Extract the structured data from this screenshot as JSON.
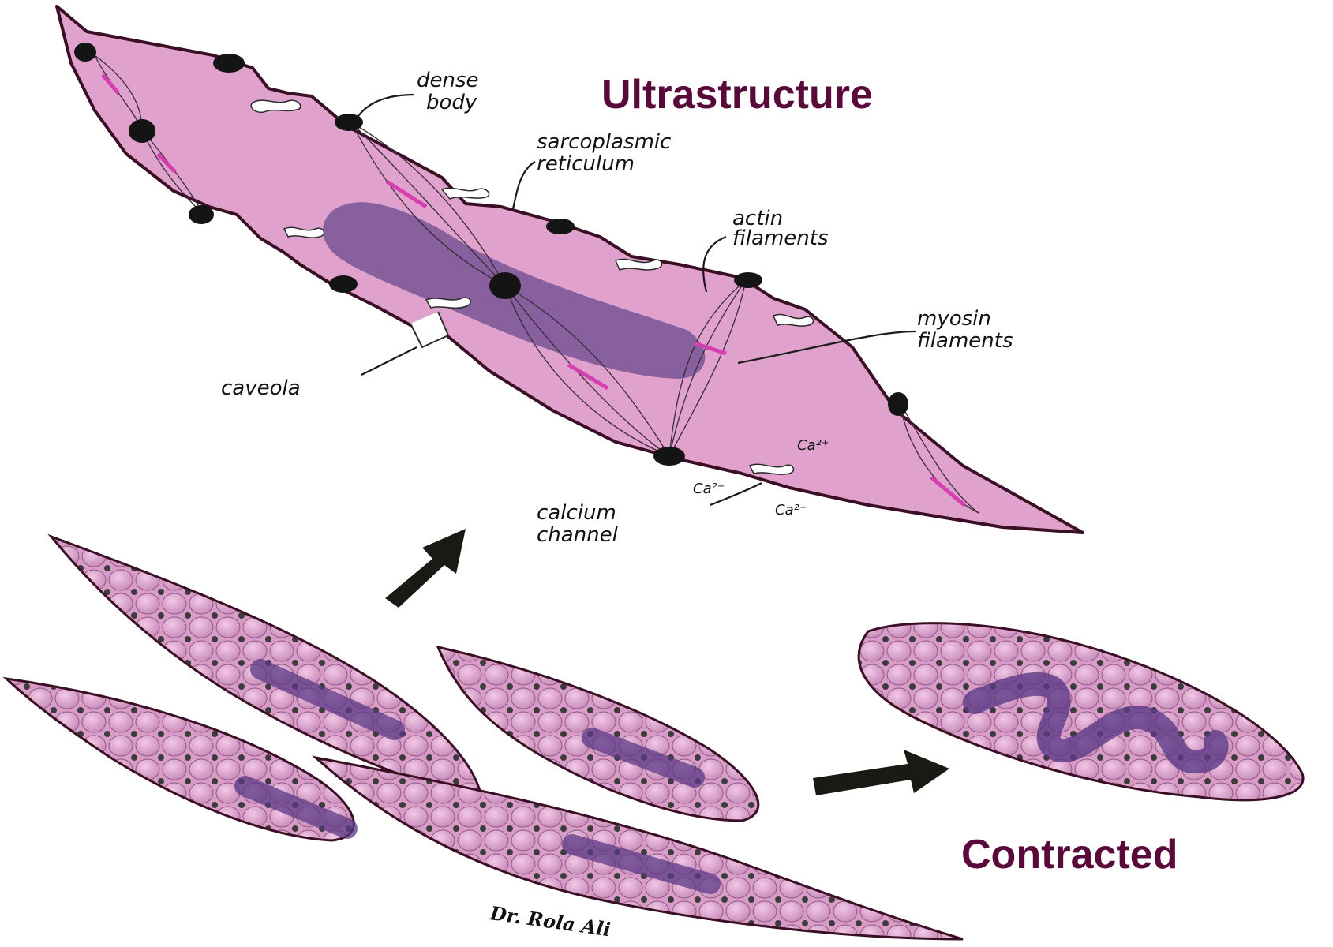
{
  "title": "Ultrastructure",
  "contracted_label": "Contracted",
  "labels": {
    "dense_body": [
      "dense",
      "body"
    ],
    "sarcoplasmic_reticulum": [
      "sarcoplasmic",
      "reticulum"
    ],
    "actin_filaments": [
      "actin",
      "filaments"
    ],
    "myosin_filaments": [
      "myosin",
      "filaments"
    ],
    "caveola": "caveola",
    "calcium_channel": [
      "calcium",
      "channel"
    ],
    "ca_ion": "Ca²⁺"
  },
  "signature": "Dr. Rola Ali",
  "colors": {
    "cell_fill": "#e0a2cc",
    "cell_outline": "#3a0f24",
    "nucleus": "#6b4a8e",
    "myosin": "#d63fb0",
    "dense_body": "#141414",
    "title": "#5a0a3a",
    "arrow": "#1a1a14"
  }
}
